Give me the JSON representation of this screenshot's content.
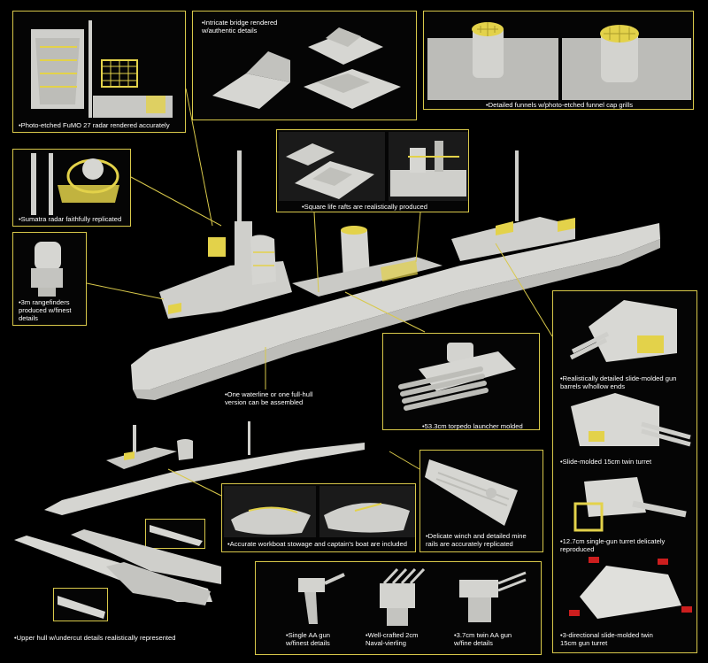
{
  "labels": {
    "fumo": "Photo-etched FuMO 27 radar rendered accurately",
    "bridge": "Intricate bridge rendered\nw/authentic details",
    "funnels": "Detailed funnels w/photo-etched funnel cap grills",
    "sumatra": "Sumatra radar faithfully replicated",
    "liferafts": "Square life rafts are realistically produced",
    "rangefinders": "3m rangefinders\nproduced w/finest\ndetails",
    "waterline": "One waterline or one full-hull\nversion can be assembled",
    "torpedo": "53.3cm torpedo launcher molded",
    "gun_barrels": "Realistically detailed slide-molded gun\nbarrels w/hollow ends",
    "twin_turret": "Slide-molded 15cm twin turret",
    "single_turret": "12.7cm single-gun turret delicately\nreproduced",
    "three_dir": "3-directional slide-molded twin\n15cm gun turret",
    "workboat": "Accurate workboat stowage and captain's boat are included",
    "winch": "Delicate winch and detailed mine\nrails are accurately replicated",
    "upper_hull": "Upper hull w/undercut details realistically represented",
    "single_aa": "Single AA gun\nw/finest details",
    "vierling": "Well-crafted 2cm\nNaval-vierling",
    "twin_aa": "3.7cm twin AA gun\nw/fine details"
  },
  "colors": {
    "background": "#000000",
    "panel_border": "#d8c84a",
    "plastic": "#d9d9d6",
    "photo_etch": "#e3d24a",
    "accent_red": "#cc1e1e"
  }
}
